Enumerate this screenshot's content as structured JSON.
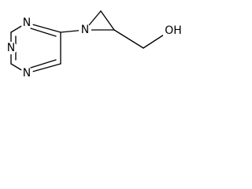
{
  "molecule": {
    "atom_labels": {
      "n_triazine_top": "N",
      "n_triazine_left": "N",
      "n_triazine_bottom": "N",
      "n_aziridine": "N",
      "hydroxyl": "OH"
    },
    "colors": {
      "bond": "#000000",
      "text": "#000000",
      "background": "#ffffff"
    }
  }
}
